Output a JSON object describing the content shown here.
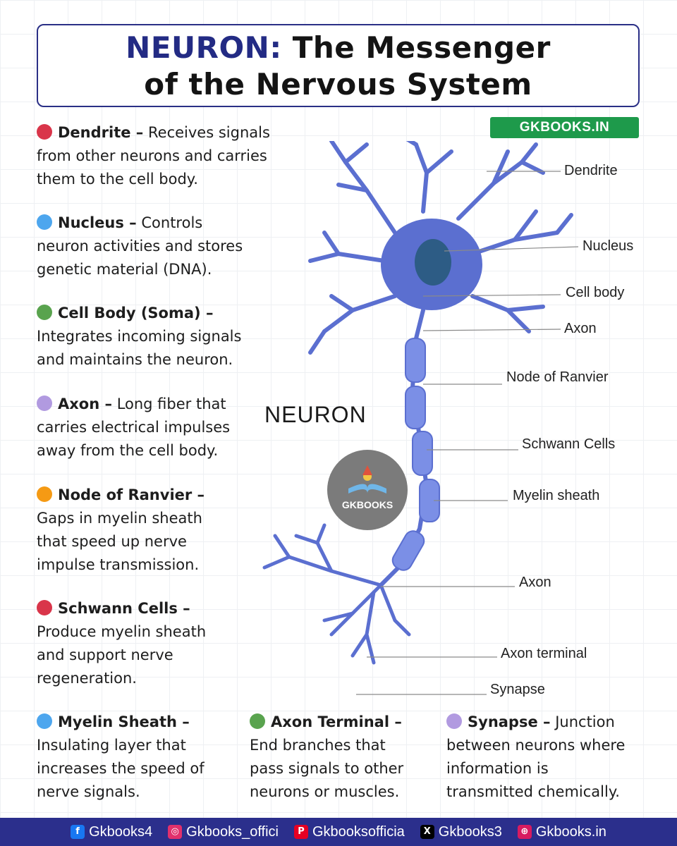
{
  "title": {
    "accent": "NEURON:",
    "rest": "The Messenger",
    "line2": "of the Nervous System"
  },
  "brand_badge": "GKBOOKS.IN",
  "descriptions": [
    {
      "term": "Dendrite –",
      "text": "Receives signals",
      "lines": [
        "from other neurons and carries",
        "them to the cell body."
      ],
      "color": "#d9354a"
    },
    {
      "term": "Nucleus –",
      "text": "Controls",
      "lines": [
        "neuron activities and stores",
        "genetic material (DNA)."
      ],
      "color": "#4da6ee"
    },
    {
      "term": "Cell Body (Soma) –",
      "text": "",
      "lines": [
        "Integrates incoming signals",
        "and maintains the neuron."
      ],
      "color": "#59a34e"
    },
    {
      "term": "Axon –",
      "text": "Long fiber that",
      "lines": [
        "carries electrical impulses",
        "away from the cell body."
      ],
      "color": "#b19ae0"
    },
    {
      "term": "Node of Ranvier –",
      "text": "",
      "lines": [
        "Gaps in myelin sheath",
        "that speed up nerve",
        "impulse transmission."
      ],
      "color": "#f59a14"
    },
    {
      "term": "Schwann Cells –",
      "text": "",
      "lines": [
        "Produce myelin sheath",
        "and support nerve",
        "regeneration."
      ],
      "color": "#d9354a"
    },
    {
      "term": "Myelin Sheath –",
      "text": "",
      "lines": [
        "Insulating layer that",
        "increases the speed of",
        "nerve signals."
      ],
      "color": "#4da6ee"
    },
    {
      "term": "Axon Terminal –",
      "text": "",
      "lines": [
        "End branches that",
        "pass signals to other",
        "neurons or muscles."
      ],
      "color": "#59a34e"
    },
    {
      "term": "Synapse –",
      "text": "Junction",
      "lines": [
        "between neurons where",
        "information is",
        "transmitted chemically."
      ],
      "color": "#b19ae0"
    }
  ],
  "diagram": {
    "neuron_label": "NEURON",
    "labels": [
      "Dendrite",
      "Nucleus",
      "Cell body",
      "Axon",
      "Node of Ranvier",
      "Schwann Cells",
      "Myelin sheath",
      "Axon",
      "Axon terminal",
      "Synapse"
    ],
    "neuron_color": "#5b6fd0",
    "nucleus_color": "#2d5c85"
  },
  "logo_text": "GKBOOKS",
  "footer": {
    "items": [
      {
        "icon": "facebook-icon",
        "glyph": "f",
        "color": "#1877f2",
        "label": "Gkbooks4"
      },
      {
        "icon": "instagram-icon",
        "glyph": "◎",
        "color": "#e1306c",
        "label": "Gkbooks_offici"
      },
      {
        "icon": "pinterest-icon",
        "glyph": "P",
        "color": "#e60023",
        "label": "Gkbooksofficia"
      },
      {
        "icon": "x-icon",
        "glyph": "X",
        "color": "#000000",
        "label": "Gkbooks3"
      },
      {
        "icon": "globe-icon",
        "glyph": "⊕",
        "color": "#d81b60",
        "label": "Gkbooks.in"
      }
    ]
  }
}
